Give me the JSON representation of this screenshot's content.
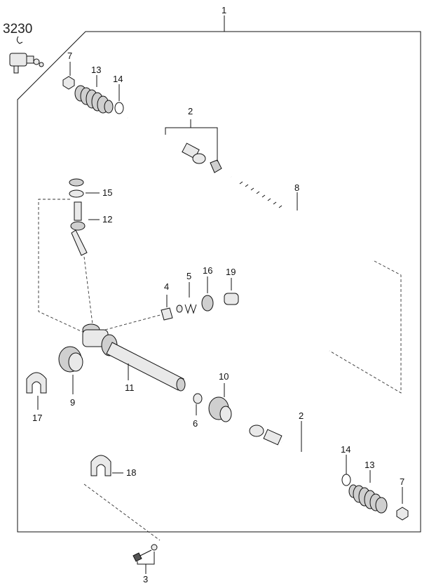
{
  "ref_code": "3230",
  "callouts": {
    "c1": "1",
    "c2a": "2",
    "c2b": "2",
    "c3": "3",
    "c4": "4",
    "c5": "5",
    "c6": "6",
    "c7a": "7",
    "c7b": "7",
    "c8": "8",
    "c9": "9",
    "c10": "10",
    "c11": "11",
    "c12": "12",
    "c13a": "13",
    "c13b": "13",
    "c14a": "14",
    "c14b": "14",
    "c15": "15",
    "c16": "16",
    "c17": "17",
    "c18": "18",
    "c19": "19"
  }
}
